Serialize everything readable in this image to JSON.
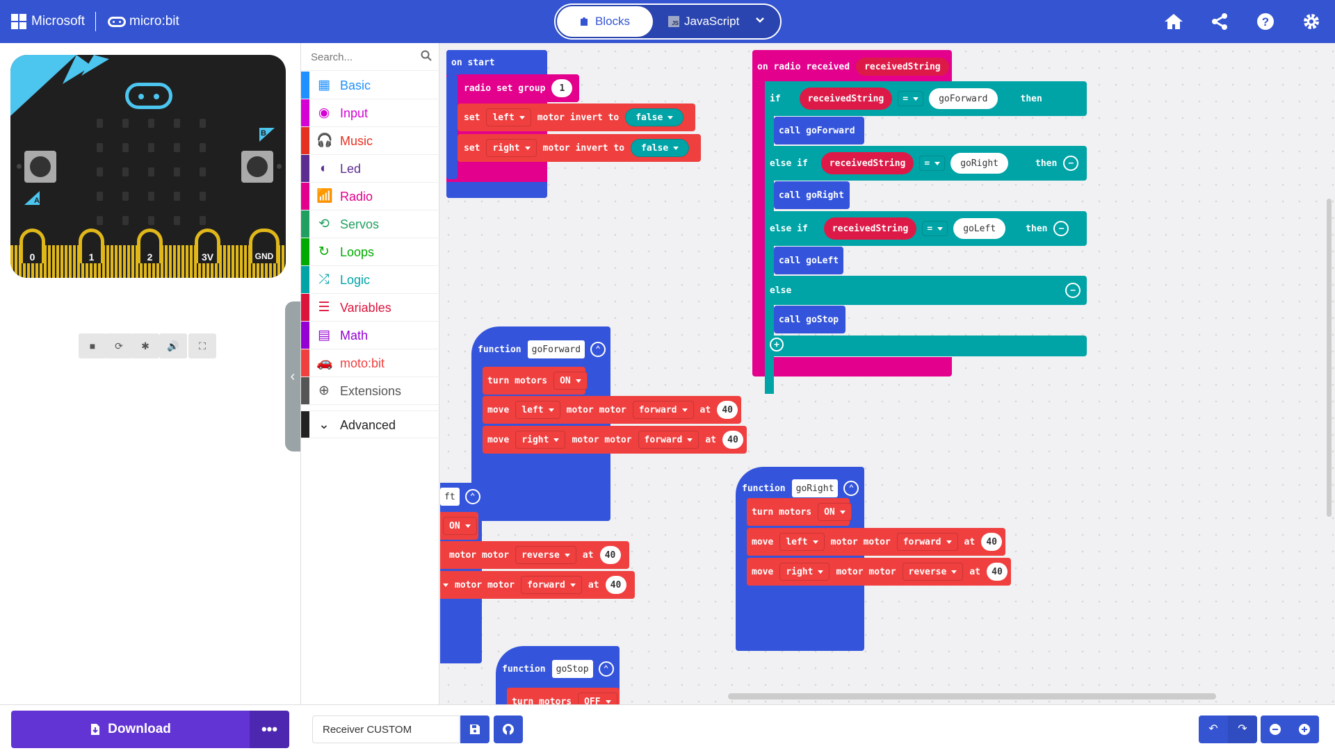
{
  "header": {
    "microsoft_label": "Microsoft",
    "microbit_label": "micro:bit",
    "tabs": {
      "blocks": "Blocks",
      "javascript": "JavaScript",
      "js_badge": "JS"
    },
    "icons": [
      "home-icon",
      "share-icon",
      "help-icon",
      "settings-icon"
    ]
  },
  "simulator": {
    "pins": [
      "0",
      "1",
      "2",
      "3V",
      "GND"
    ],
    "button_a": "A",
    "button_b": "B",
    "controls": [
      "stop-icon",
      "restart-icon",
      "debug-icon",
      "mute-icon",
      "fullscreen-icon"
    ]
  },
  "toolbox": {
    "search_placeholder": "Search...",
    "categories": [
      {
        "label": "Basic",
        "color": "#1e90ff",
        "icon": "grid-icon"
      },
      {
        "label": "Input",
        "color": "#d400d4",
        "icon": "input-icon"
      },
      {
        "label": "Music",
        "color": "#e63022",
        "icon": "headphones-icon"
      },
      {
        "label": "Led",
        "color": "#5c2d91",
        "icon": "toggle-icon"
      },
      {
        "label": "Radio",
        "color": "#e3008c",
        "icon": "signal-icon"
      },
      {
        "label": "Servos",
        "color": "#20a060",
        "icon": "refresh-icon"
      },
      {
        "label": "Loops",
        "color": "#00aa00",
        "icon": "loop-icon"
      },
      {
        "label": "Logic",
        "color": "#00a4a6",
        "icon": "shuffle-icon"
      },
      {
        "label": "Variables",
        "color": "#dc143c",
        "icon": "list-icon"
      },
      {
        "label": "Math",
        "color": "#9400d3",
        "icon": "calculator-icon"
      },
      {
        "label": "moto:bit",
        "color": "#ef3f3f",
        "icon": "car-icon"
      },
      {
        "label": "Extensions",
        "color": "#555555",
        "icon": "plus-icon"
      },
      {
        "label": "Advanced",
        "color": "#222222",
        "icon": "chevron-down-icon"
      }
    ]
  },
  "blocks": {
    "on_start": "on start",
    "radio_set_group": "radio set group",
    "group_value": "1",
    "set": "set",
    "motor_invert_to": "motor invert to",
    "left": "left",
    "right": "right",
    "false": "false",
    "on_radio_received": "on radio received",
    "received_string": "receivedString",
    "if": "if",
    "then": "then",
    "else_if": "else if",
    "else": "else",
    "eq": "=",
    "go_forward_str": "goForward",
    "go_right_str": "goRight",
    "go_left_str": "goLeft",
    "call_go_forward": "call goForward",
    "call_go_right": "call goRight",
    "call_go_left": "call goLeft",
    "call_go_stop": "call goStop",
    "function": "function",
    "fn_go_forward": "goForward",
    "fn_go_right": "goRight",
    "fn_go_stop": "goStop",
    "fn_partial": "ft",
    "turn_motors": "turn motors",
    "on": "ON",
    "off": "OFF",
    "move": "move",
    "motor_motor": "motor motor",
    "forward": "forward",
    "reverse": "reverse",
    "at": "at",
    "speed": "40"
  },
  "bottom": {
    "download": "Download",
    "more": "•••",
    "project_name": "Receiver CUSTOM"
  },
  "colors": {
    "header": "#3454d1",
    "radio": "#e3008c",
    "logic": "#00a4a6",
    "function": "#3455db",
    "motobit": "#ef3f3f",
    "variable": "#dd1a47",
    "download": "#6234d3"
  }
}
